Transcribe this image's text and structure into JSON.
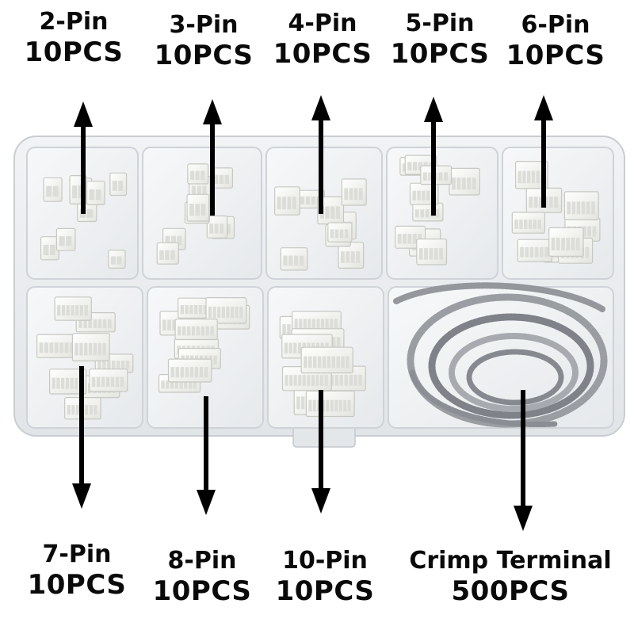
{
  "labels": [
    {
      "id": "2-pin",
      "name": "2-Pin",
      "qty": "10PCS"
    },
    {
      "id": "3-pin",
      "name": "3-Pin",
      "qty": "10PCS"
    },
    {
      "id": "4-pin",
      "name": "4-Pin",
      "qty": "10PCS"
    },
    {
      "id": "5-pin",
      "name": "5-Pin",
      "qty": "10PCS"
    },
    {
      "id": "6-pin",
      "name": "6-Pin",
      "qty": "10PCS"
    },
    {
      "id": "7-pin",
      "name": "7-Pin",
      "qty": "10PCS"
    },
    {
      "id": "8-pin",
      "name": "8-Pin",
      "qty": "10PCS"
    },
    {
      "id": "10-pin",
      "name": "10-Pin",
      "qty": "10PCS"
    },
    {
      "id": "crimp-terminal",
      "name": "Crimp Terminal",
      "qty": "500PCS"
    }
  ],
  "colors": {
    "text": "#0a0a0a",
    "arrow": "#000000",
    "box": "#e9ecef",
    "connector": "#f7f7f5",
    "terminal": "#8d9096"
  },
  "icons": [
    "arrow-up-icon",
    "arrow-down-icon"
  ]
}
